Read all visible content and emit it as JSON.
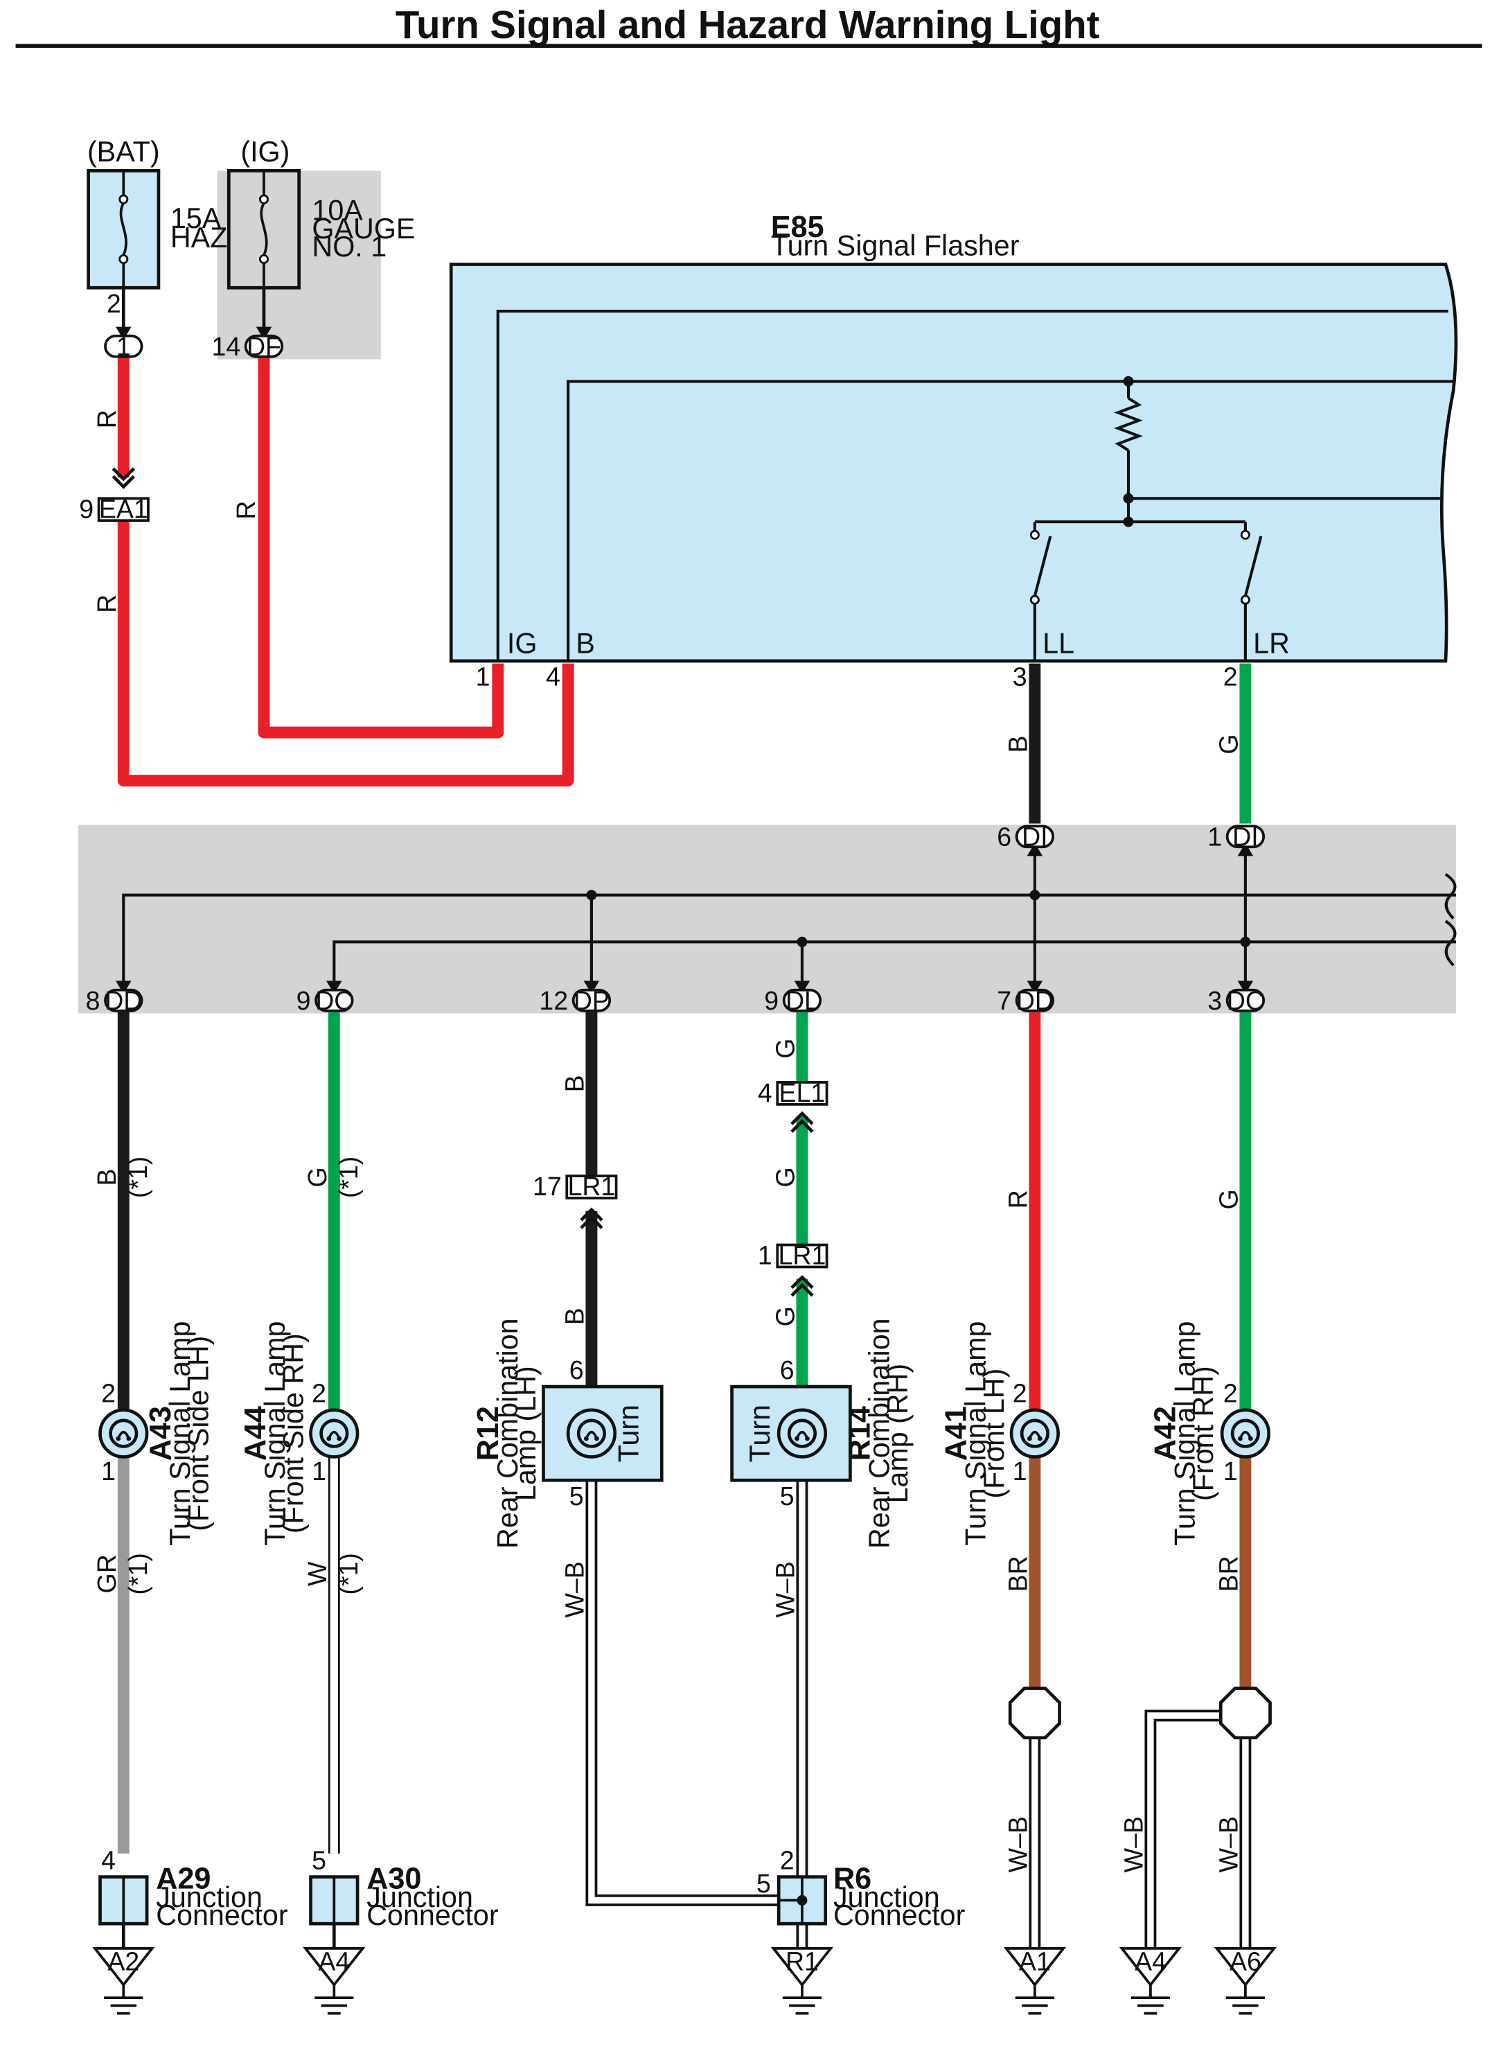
{
  "title": "Turn Signal and Hazard Warning Light",
  "colors": {
    "red": "#e8202a",
    "green": "#00a44f",
    "black": "#1a1a1a",
    "gray": "#9a9a9a",
    "brown": "#a0522d",
    "flasher_fill": "#c8e8f8",
    "junction_fill": "#d4d4d6"
  },
  "fuses": [
    {
      "source": "(BAT)",
      "rating": "15A",
      "name_lines": [
        "HAZ"
      ],
      "pin": "2",
      "connector": "1"
    },
    {
      "source": "(IG)",
      "rating": "10A",
      "name_lines": [
        "GAUGE",
        "NO. 1"
      ],
      "pin": "14",
      "connector": "DF"
    }
  ],
  "inline_connectors": [
    {
      "id": "EA1",
      "pin": "9"
    },
    {
      "id": "EL1",
      "pin": "4"
    },
    {
      "id": "LR1",
      "pin": "17"
    },
    {
      "id": "LR1",
      "pin": "1"
    }
  ],
  "flasher": {
    "code": "E85",
    "name": "Turn Signal Flasher",
    "terminals": [
      {
        "name": "IG",
        "pin": "1"
      },
      {
        "name": "B",
        "pin": "4"
      },
      {
        "name": "LL",
        "pin": "3"
      },
      {
        "name": "LR",
        "pin": "2"
      }
    ]
  },
  "junction_block": {
    "top_connectors": [
      {
        "pin": "6",
        "id": "DI"
      },
      {
        "pin": "1",
        "id": "DI"
      }
    ],
    "bottom_connectors": [
      {
        "pin": "8",
        "id": "DD"
      },
      {
        "pin": "9",
        "id": "DC"
      },
      {
        "pin": "12",
        "id": "DP"
      },
      {
        "pin": "9",
        "id": "DL"
      },
      {
        "pin": "7",
        "id": "DD"
      },
      {
        "pin": "3",
        "id": "DC"
      }
    ]
  },
  "wire_labels": {
    "r": "R",
    "b": "B",
    "g": "G",
    "gr": "GR",
    "w": "W",
    "br": "BR",
    "wb": "W–B",
    "star": "(*1)"
  },
  "lamps": [
    {
      "code": "A43",
      "name_lines": [
        "Turn Signal Lamp",
        "(Front Side LH)"
      ],
      "pin_top": "2",
      "pin_bottom": "1"
    },
    {
      "code": "A44",
      "name_lines": [
        "Turn Signal Lamp",
        "(Front Side RH)"
      ],
      "pin_top": "2",
      "pin_bottom": "1"
    },
    {
      "code": "R12",
      "name_lines": [
        "Rear Combination",
        "Lamp (LH)"
      ],
      "pin_top": "6",
      "pin_bottom": "5",
      "inner": "Turn"
    },
    {
      "code": "R14",
      "name_lines": [
        "Rear Combination",
        "Lamp (RH)"
      ],
      "pin_top": "6",
      "pin_bottom": "5",
      "inner": "Turn"
    },
    {
      "code": "A41",
      "name_lines": [
        "Turn Signal Lamp",
        "(Front LH)"
      ],
      "pin_top": "2",
      "pin_bottom": "1"
    },
    {
      "code": "A42",
      "name_lines": [
        "Turn Signal Lamp",
        "(Front RH)"
      ],
      "pin_top": "2",
      "pin_bottom": "1"
    }
  ],
  "junction_connectors": [
    {
      "code": "A29",
      "line1": "Junction",
      "line2": "Connector",
      "pin": "4"
    },
    {
      "code": "A30",
      "line1": "Junction",
      "line2": "Connector",
      "pin": "5"
    },
    {
      "code": "R6",
      "line1": "Junction",
      "line2": "Connector",
      "pin_top": "2",
      "pin_left": "5"
    }
  ],
  "grounds": [
    "A2",
    "A4",
    "R1",
    "A1",
    "A4",
    "A6"
  ]
}
